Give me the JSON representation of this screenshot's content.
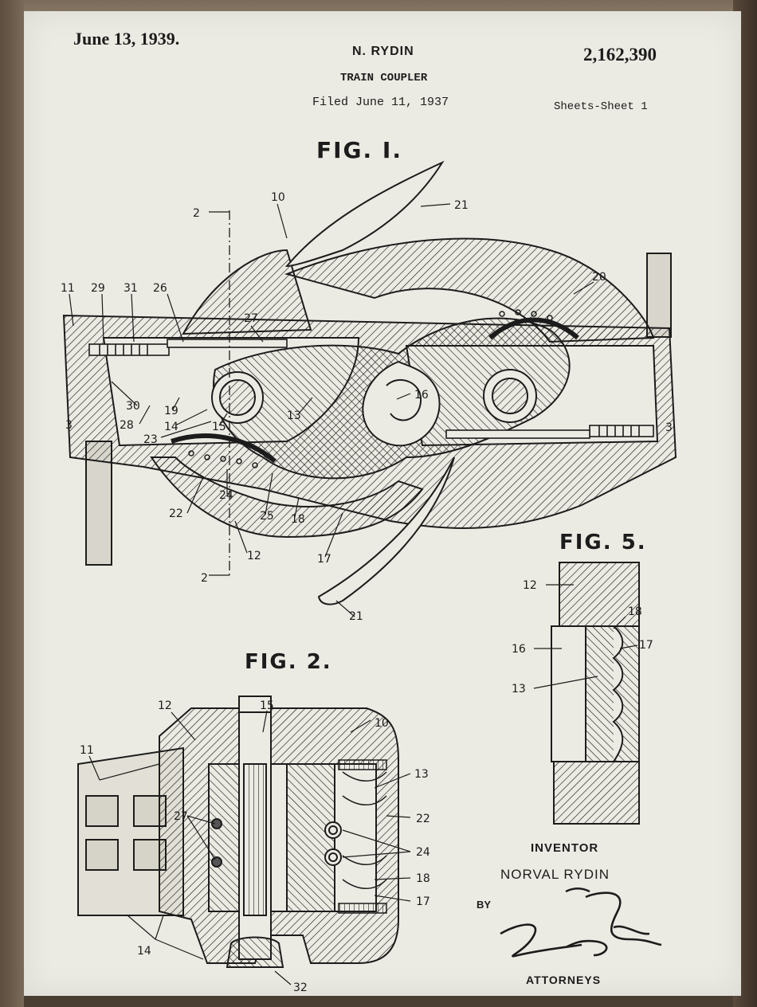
{
  "header": {
    "date": "June 13, 1939.",
    "inventor_short": "N. RYDIN",
    "title": "TRAIN COUPLER",
    "filed": "Filed June 11, 1937",
    "patent_number": "2,162,390",
    "sheets": "Sheets-Sheet 1"
  },
  "figures": {
    "fig1": "FIG. I.",
    "fig2": "FIG. 2.",
    "fig5": "FIG. 5."
  },
  "fig1_labels": [
    "10",
    "21",
    "2",
    "20",
    "11",
    "29",
    "31",
    "26",
    "27",
    "3",
    "30",
    "28",
    "19",
    "14",
    "23",
    "15",
    "13",
    "16",
    "3",
    "22",
    "24",
    "25",
    "18",
    "12",
    "17",
    "2",
    "21"
  ],
  "fig2_labels": [
    "12",
    "15",
    "10",
    "11",
    "13",
    "27",
    "22",
    "24",
    "18",
    "17",
    "14",
    "32"
  ],
  "fig5_labels": [
    "12",
    "18",
    "17",
    "16",
    "13"
  ],
  "signature": {
    "inventor_label": "INVENTOR",
    "inventor_name": "NORVAL RYDIN",
    "by": "BY",
    "attorneys": "ATTORNEYS"
  },
  "colors": {
    "paper": "#ecebe3",
    "ink": "#1c1c1c",
    "frame": "#4a3d31"
  }
}
